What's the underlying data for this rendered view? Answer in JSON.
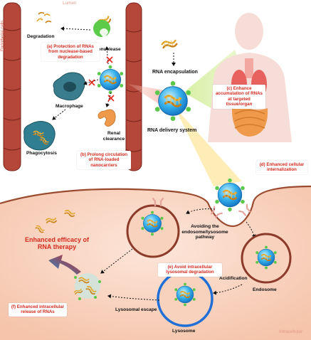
{
  "compartments": {
    "lumen": "Lumen",
    "endothelial_cells": "Endothelial cells",
    "intracellular": "Intracellular"
  },
  "labels": {
    "degradation": "Degradation",
    "endonuclease": "Endonuclease",
    "macrophage": "Macrophage",
    "phagocytosis": "Phagocytosis",
    "renal_clearance": "Renal clearance",
    "rna_encapsulation": "RNA encapsulation",
    "rna_delivery_system": "RNA delivery system",
    "avoiding_pathway": "Avoiding the endosome/lysosome pathway",
    "acidification": "Acidification",
    "endosome": "Endosome",
    "lysosome": "Lysosome",
    "lysosomal_escape": "Lysosomal escape",
    "enhanced_efficacy": "Enhanced efficacy of RNA therapy"
  },
  "callouts": {
    "a": "(a) Protection of RNAs from nuclease-based degradation",
    "b": "(b) Prolong circulation of RNA-loaded nanocarriers",
    "c": "(c) Enhance accumulation of RNAs at targeted tissue/organ",
    "d": "(d) Enhanced cellular internalization",
    "e": "(e) Avoid intracellular lysosomal degradation",
    "f": "(f) Enhanced intracellular release of RNAs"
  },
  "colors": {
    "vessel": "#b4473a",
    "vessel_dark": "#7a231b",
    "cell_fill": "#f9d3bf",
    "membrane": "#9a4a2f",
    "nanoparticle": "#2aa6e6",
    "ligand": "#5cc84a",
    "rna": "#e0a52a",
    "lysosome_ring": "#1f6fd6",
    "endosome_ring": "#8c3a2a",
    "callout_text": "#d42a1e"
  },
  "icons": [
    "rna-helix-icon",
    "nanoparticle-icon",
    "endonuclease-icon",
    "macrophage-icon",
    "kidney-icon",
    "human-body-icon",
    "cross-mark-icon",
    "arrow-icon",
    "ligand-receptor-icon"
  ]
}
